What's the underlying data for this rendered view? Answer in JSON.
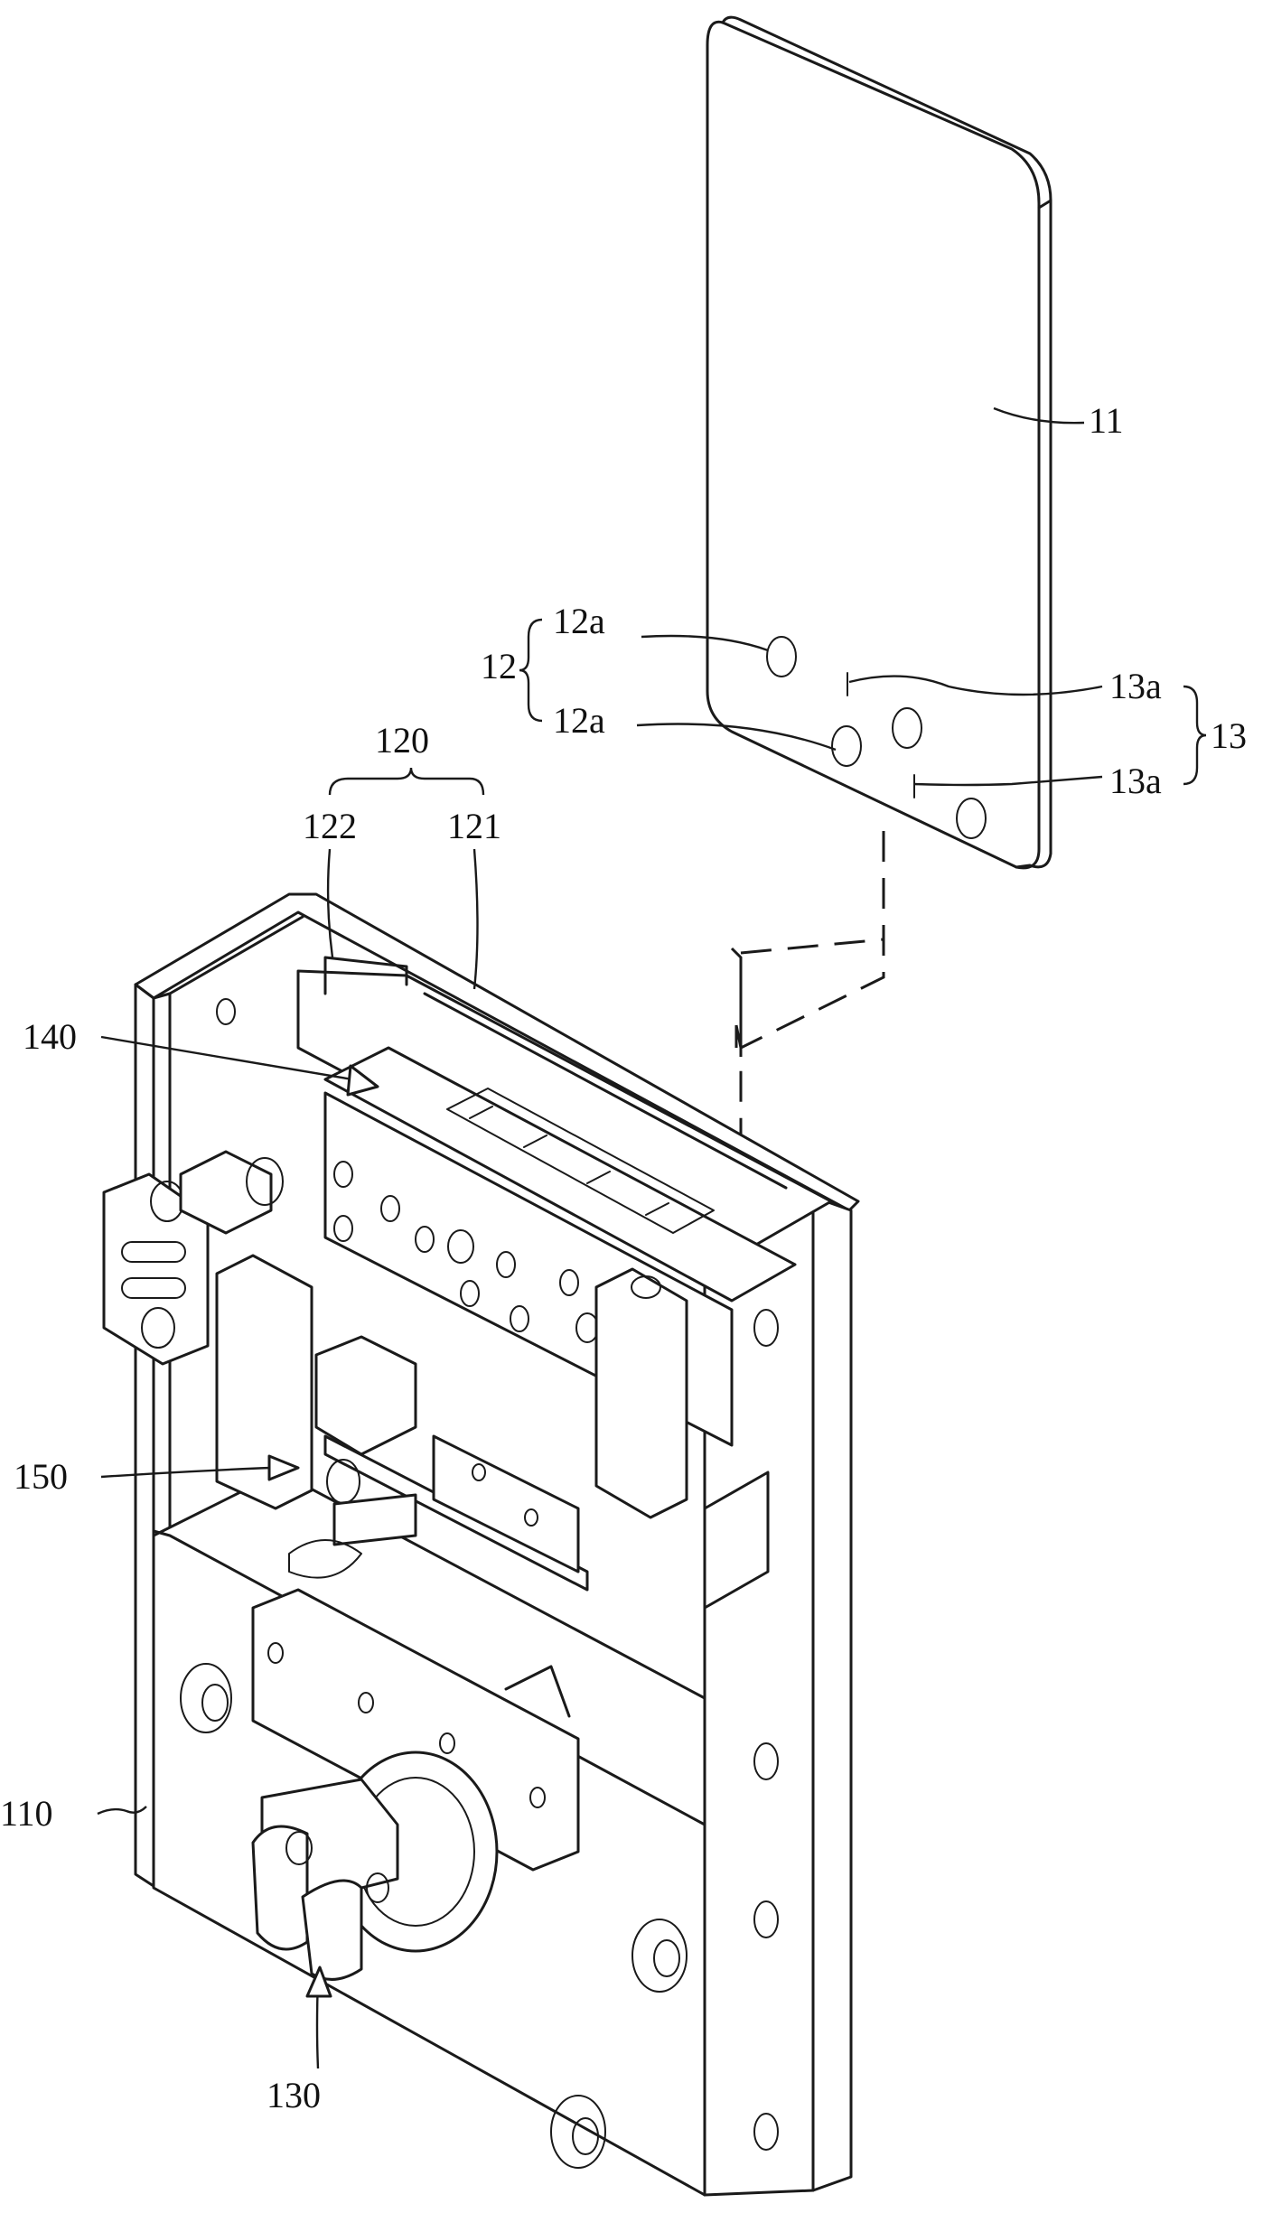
{
  "labels": {
    "l11": "11",
    "l12": "12",
    "l12a_top": "12a",
    "l12a_bottom": "12a",
    "l13": "13",
    "l13a_top": "13a",
    "l13a_bottom": "13a",
    "l120": "120",
    "l122": "122",
    "l121": "121",
    "l140": "140",
    "l150": "150",
    "l110": "110",
    "l130": "130"
  }
}
